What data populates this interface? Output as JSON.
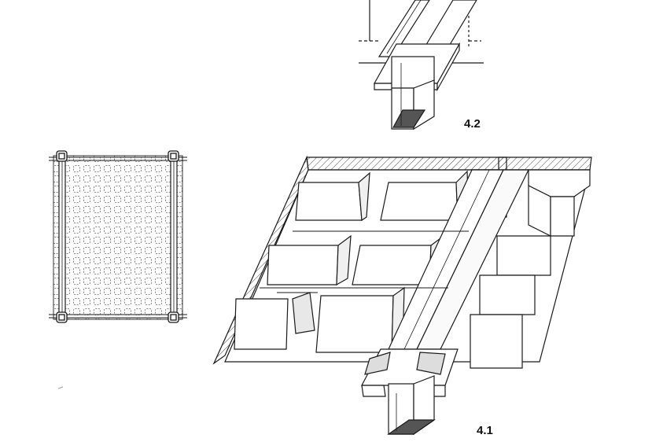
{
  "figures": [
    {
      "id": "plan",
      "label": ""
    },
    {
      "id": "detail",
      "label": "4.2"
    },
    {
      "id": "isometric",
      "label": "4.1"
    }
  ],
  "colors": {
    "ink": "#1a1a1a",
    "paper": "#ffffff",
    "hatch": "#555555"
  }
}
